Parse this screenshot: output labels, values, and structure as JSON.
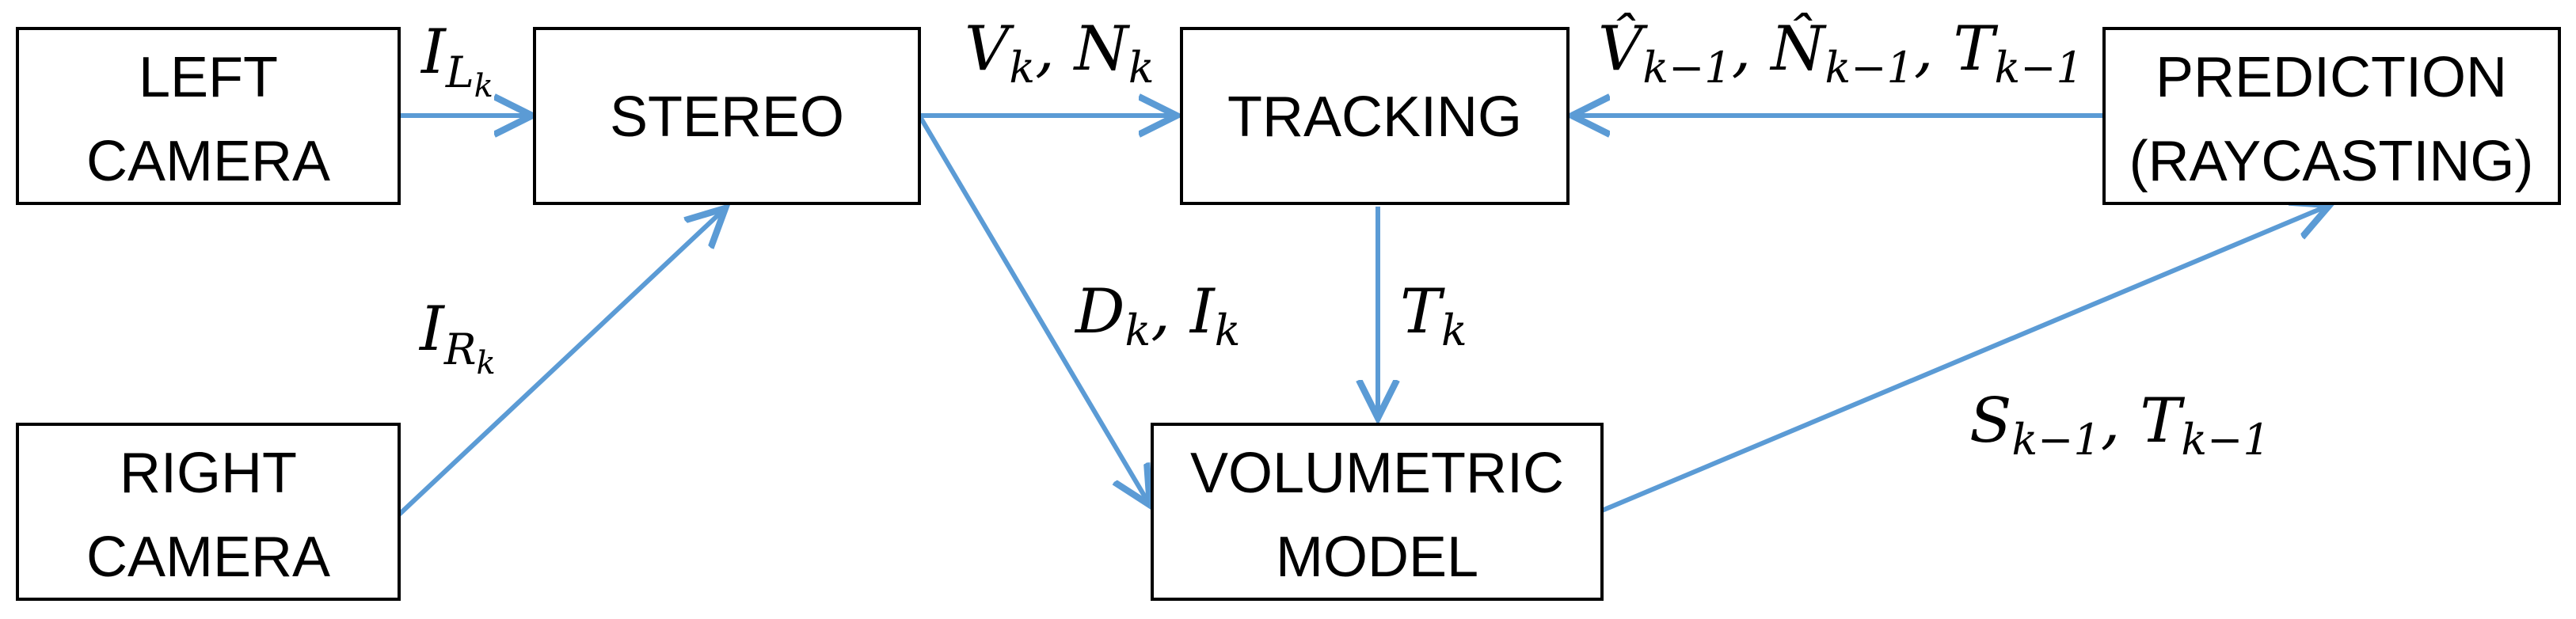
{
  "nodes": {
    "left_camera": {
      "lines": [
        "LEFT",
        "CAMERA"
      ]
    },
    "right_camera": {
      "lines": [
        "RIGHT",
        "CAMERA"
      ]
    },
    "stereo": {
      "lines": [
        "STEREO"
      ]
    },
    "tracking": {
      "lines": [
        "TRACKING"
      ]
    },
    "volumetric_model": {
      "lines": [
        "VOLUMETRIC",
        "MODEL"
      ]
    },
    "prediction": {
      "lines": [
        "PREDICTION",
        "(RAYCASTING)"
      ]
    }
  },
  "edges": {
    "left_to_stereo": {
      "base": "I",
      "sub": "L",
      "subsub": "k"
    },
    "right_to_stereo": {
      "base": "I",
      "sub": "R",
      "subsub": "k"
    },
    "stereo_to_tracking": {
      "a": "V",
      "a_sub": "k",
      "sep": ", ",
      "b": "N",
      "b_sub": "k"
    },
    "stereo_to_volumetric": {
      "a": "D",
      "a_sub": "k",
      "sep": ", ",
      "b": "I",
      "b_sub": "k"
    },
    "tracking_to_volumetric": {
      "a": "T",
      "a_sub": "k"
    },
    "volumetric_to_prediction": {
      "a": "S",
      "a_sub": "k−1",
      "sep": ", ",
      "b": "T",
      "b_sub": "k−1"
    },
    "prediction_to_tracking": {
      "a": "V̂",
      "a_sub": "k−1",
      "sep1": ", ",
      "b": "N̂",
      "b_sub": "k−1",
      "sep2": ", ",
      "c": "T",
      "c_sub": "k−1"
    }
  },
  "colors": {
    "arrow": "#5B9BD5",
    "box_border": "#000000",
    "text": "#000000"
  }
}
